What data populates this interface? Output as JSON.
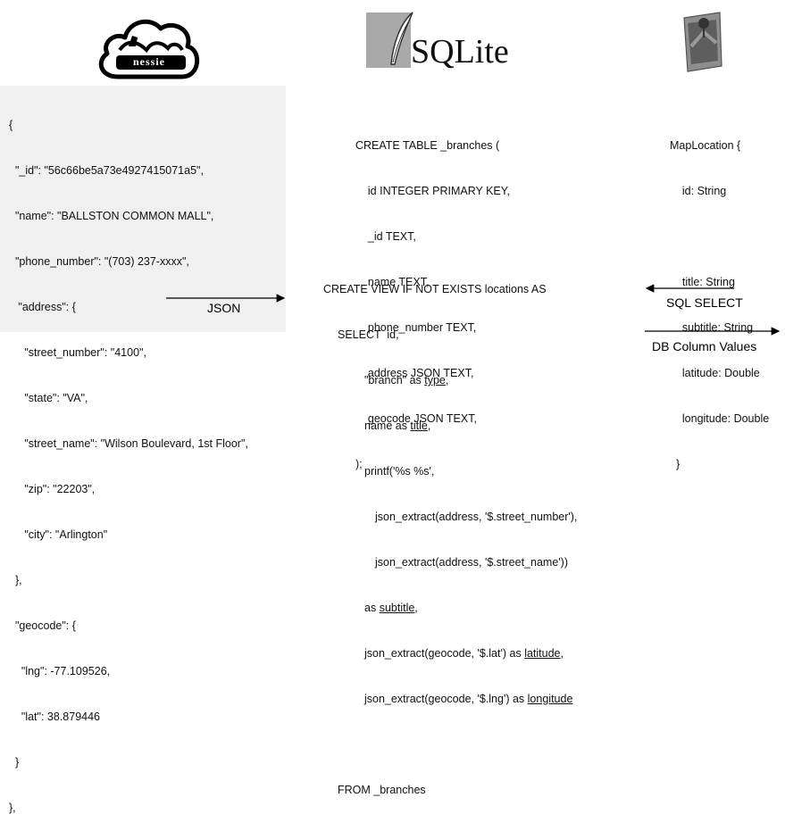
{
  "logos": {
    "nessie_text": "nessie",
    "sqlite_text": "SQLite"
  },
  "json_panel": {
    "lines": [
      "{",
      "  \"_id\": \"56c66be5a73e4927415071a5\",",
      "  \"name\": \"BALLSTON COMMON MALL\",",
      "  \"phone_number\": \"(703) 237-xxxx\",",
      "   \"address\": {",
      "     \"street_number\": \"4100\",",
      "     \"state\": \"VA\",",
      "     \"street_name\": \"Wilson Boulevard, 1st Floor\",",
      "     \"zip\": \"22203\",",
      "     \"city\": \"Arlington\"",
      "  },",
      "  \"geocode\": {",
      "    \"lng\": -77.109526,",
      "    \"lat\": 38.879446",
      "  }",
      "},"
    ]
  },
  "create_table": {
    "lines": [
      "CREATE TABLE _branches (",
      "    id INTEGER PRIMARY KEY,",
      "    _id TEXT,",
      "    name TEXT,",
      "    phone_number TEXT,",
      "    address JSON TEXT,",
      "    geocode JSON TEXT,",
      ");"
    ]
  },
  "map_location": {
    "lines": [
      "MapLocation {",
      "    id: String",
      "",
      "    title: String",
      "    subtitle: String",
      "    latitude: Double",
      "    longitude: Double",
      "  }"
    ]
  },
  "create_view": {
    "line1": "CREATE VIEW IF NOT EXISTS locations AS",
    "line2": "SELECT  id,",
    "line3a": "\"branch\" as ",
    "line3b": "type",
    "line3c": ",",
    "line4a": "name as ",
    "line4b": "title",
    "line4c": ",",
    "line5": "printf('%s %s',",
    "line6": "json_extract(address, '$.street_number'),",
    "line7": "json_extract(address, '$.street_name'))",
    "line8a": "as ",
    "line8b": "subtitle",
    "line8c": ",",
    "line9a": "json_extract(geocode, '$.lat') as ",
    "line9b": "latitude",
    "line9c": ",",
    "line10a": "json_extract(geocode, '$.lng') as ",
    "line10b": "longitude",
    "line11": "FROM _branches"
  },
  "arrows": {
    "json_label": "JSON",
    "sql_select_label": "SQL SELECT",
    "db_column_label": "DB Column Values"
  }
}
